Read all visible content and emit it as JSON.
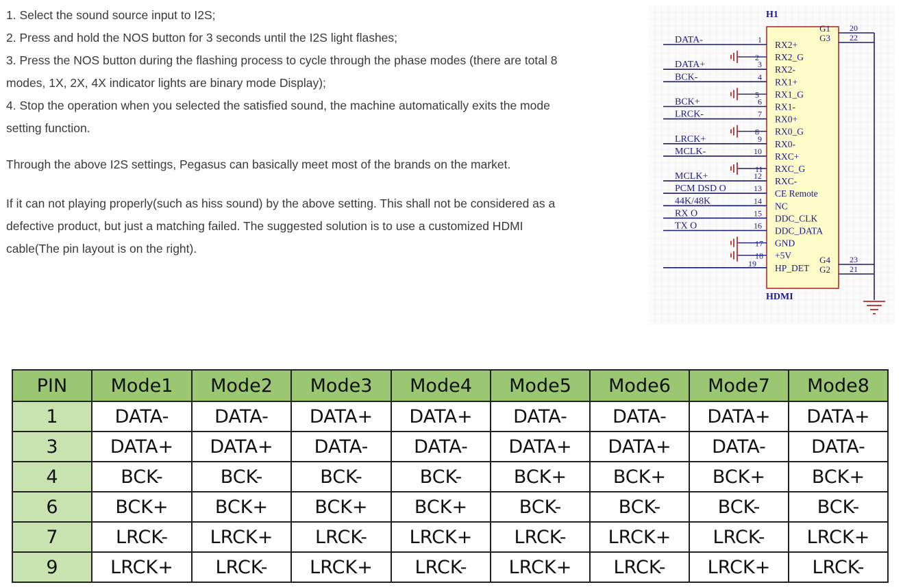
{
  "instructions": {
    "step1": "1. Select the sound source input to I2S;",
    "step2": "2. Press and hold the NOS button for 3 seconds until the I2S light flashes;",
    "step3_line1": "3. Press the NOS button during the flashing process to cycle through the phase modes (there are total 8",
    "step3_line2": "modes, 1X, 2X, 4X indicator lights are binary mode Display);",
    "step4_line1": "4. Stop the operation when you selected the satisfied sound, the machine automatically exits the mode",
    "step4_line2": "setting function.",
    "summary": "Through the above I2S settings, Pegasus can basically meet most of the brands on the market.",
    "note_line1": "If it can not playing properly(such as hiss sound) by the above setting. This shall not be considered as a",
    "note_line2": "defective product, but just a matching failed.  The suggested solution is to use a customized  HDMI",
    "note_line3": "cable(The pin layout is on the right)."
  },
  "schematic": {
    "designator": "H1",
    "part_name": "HDMI",
    "left_signals": [
      {
        "label": "DATA-",
        "pin": "1"
      },
      {
        "label": "DATA+",
        "pin": "3"
      },
      {
        "label": "BCK-",
        "pin": "4"
      },
      {
        "label": "BCK+",
        "pin": "6"
      },
      {
        "label": "LRCK-",
        "pin": "7"
      },
      {
        "label": "LRCK+",
        "pin": "9"
      },
      {
        "label": "MCLK-",
        "pin": "10"
      },
      {
        "label": "MCLK+",
        "pin": "12"
      },
      {
        "label": "PCM DSD O",
        "pin": "13"
      },
      {
        "label": "44K/48K",
        "pin": "14"
      },
      {
        "label": "RX O",
        "pin": "15"
      },
      {
        "label": "TX O",
        "pin": "16"
      }
    ],
    "ground_pins": [
      "2",
      "5",
      "8",
      "11",
      "17",
      "18"
    ],
    "pin19": "19",
    "inner_pins": [
      "RX2+",
      "RX2_G",
      "RX2-",
      "RX1+",
      "RX1_G",
      "RX1-",
      "RX0+",
      "RX0_G",
      "RX0-",
      "RXC+",
      "RXC_G",
      "RXC-",
      "CE Remote",
      "NC",
      "DDC_CLK",
      "DDC_DATA",
      "GND",
      "+5V",
      "HP_DET"
    ],
    "shield_top": {
      "labels": [
        "G1",
        "G3"
      ],
      "pins": [
        "20",
        "22"
      ]
    },
    "shield_bottom": {
      "labels": [
        "G4",
        "G2"
      ],
      "pins": [
        "23",
        "21"
      ]
    },
    "colors": {
      "body_fill": "#fdfbc8",
      "body_stroke": "#b02020",
      "wire": "#1a1a6e",
      "text": "#1a1a8a",
      "ground": "#c04040"
    }
  },
  "pin_table": {
    "headers": [
      "PIN",
      "Mode1",
      "Mode2",
      "Mode3",
      "Mode4",
      "Mode5",
      "Mode6",
      "Mode7",
      "Mode8"
    ],
    "rows": [
      [
        "1",
        "DATA-",
        "DATA-",
        "DATA+",
        "DATA+",
        "DATA-",
        "DATA-",
        "DATA+",
        "DATA+"
      ],
      [
        "3",
        "DATA+",
        "DATA+",
        "DATA-",
        "DATA-",
        "DATA+",
        "DATA+",
        "DATA-",
        "DATA-"
      ],
      [
        "4",
        "BCK-",
        "BCK-",
        "BCK-",
        "BCK-",
        "BCK+",
        "BCK+",
        "BCK+",
        "BCK+"
      ],
      [
        "6",
        "BCK+",
        "BCK+",
        "BCK+",
        "BCK+",
        "BCK-",
        "BCK-",
        "BCK-",
        "BCK-"
      ],
      [
        "7",
        "LRCK-",
        "LRCK+",
        "LRCK-",
        "LRCK+",
        "LRCK-",
        "LRCK+",
        "LRCK-",
        "LRCK+"
      ],
      [
        "9",
        "LRCK+",
        "LRCK-",
        "LRCK+",
        "LRCK-",
        "LRCK+",
        "LRCK-",
        "LRCK+",
        "LRCK-"
      ]
    ],
    "colors": {
      "header_bg": "#9bc672",
      "pin_bg": "#c9e3b0"
    }
  }
}
